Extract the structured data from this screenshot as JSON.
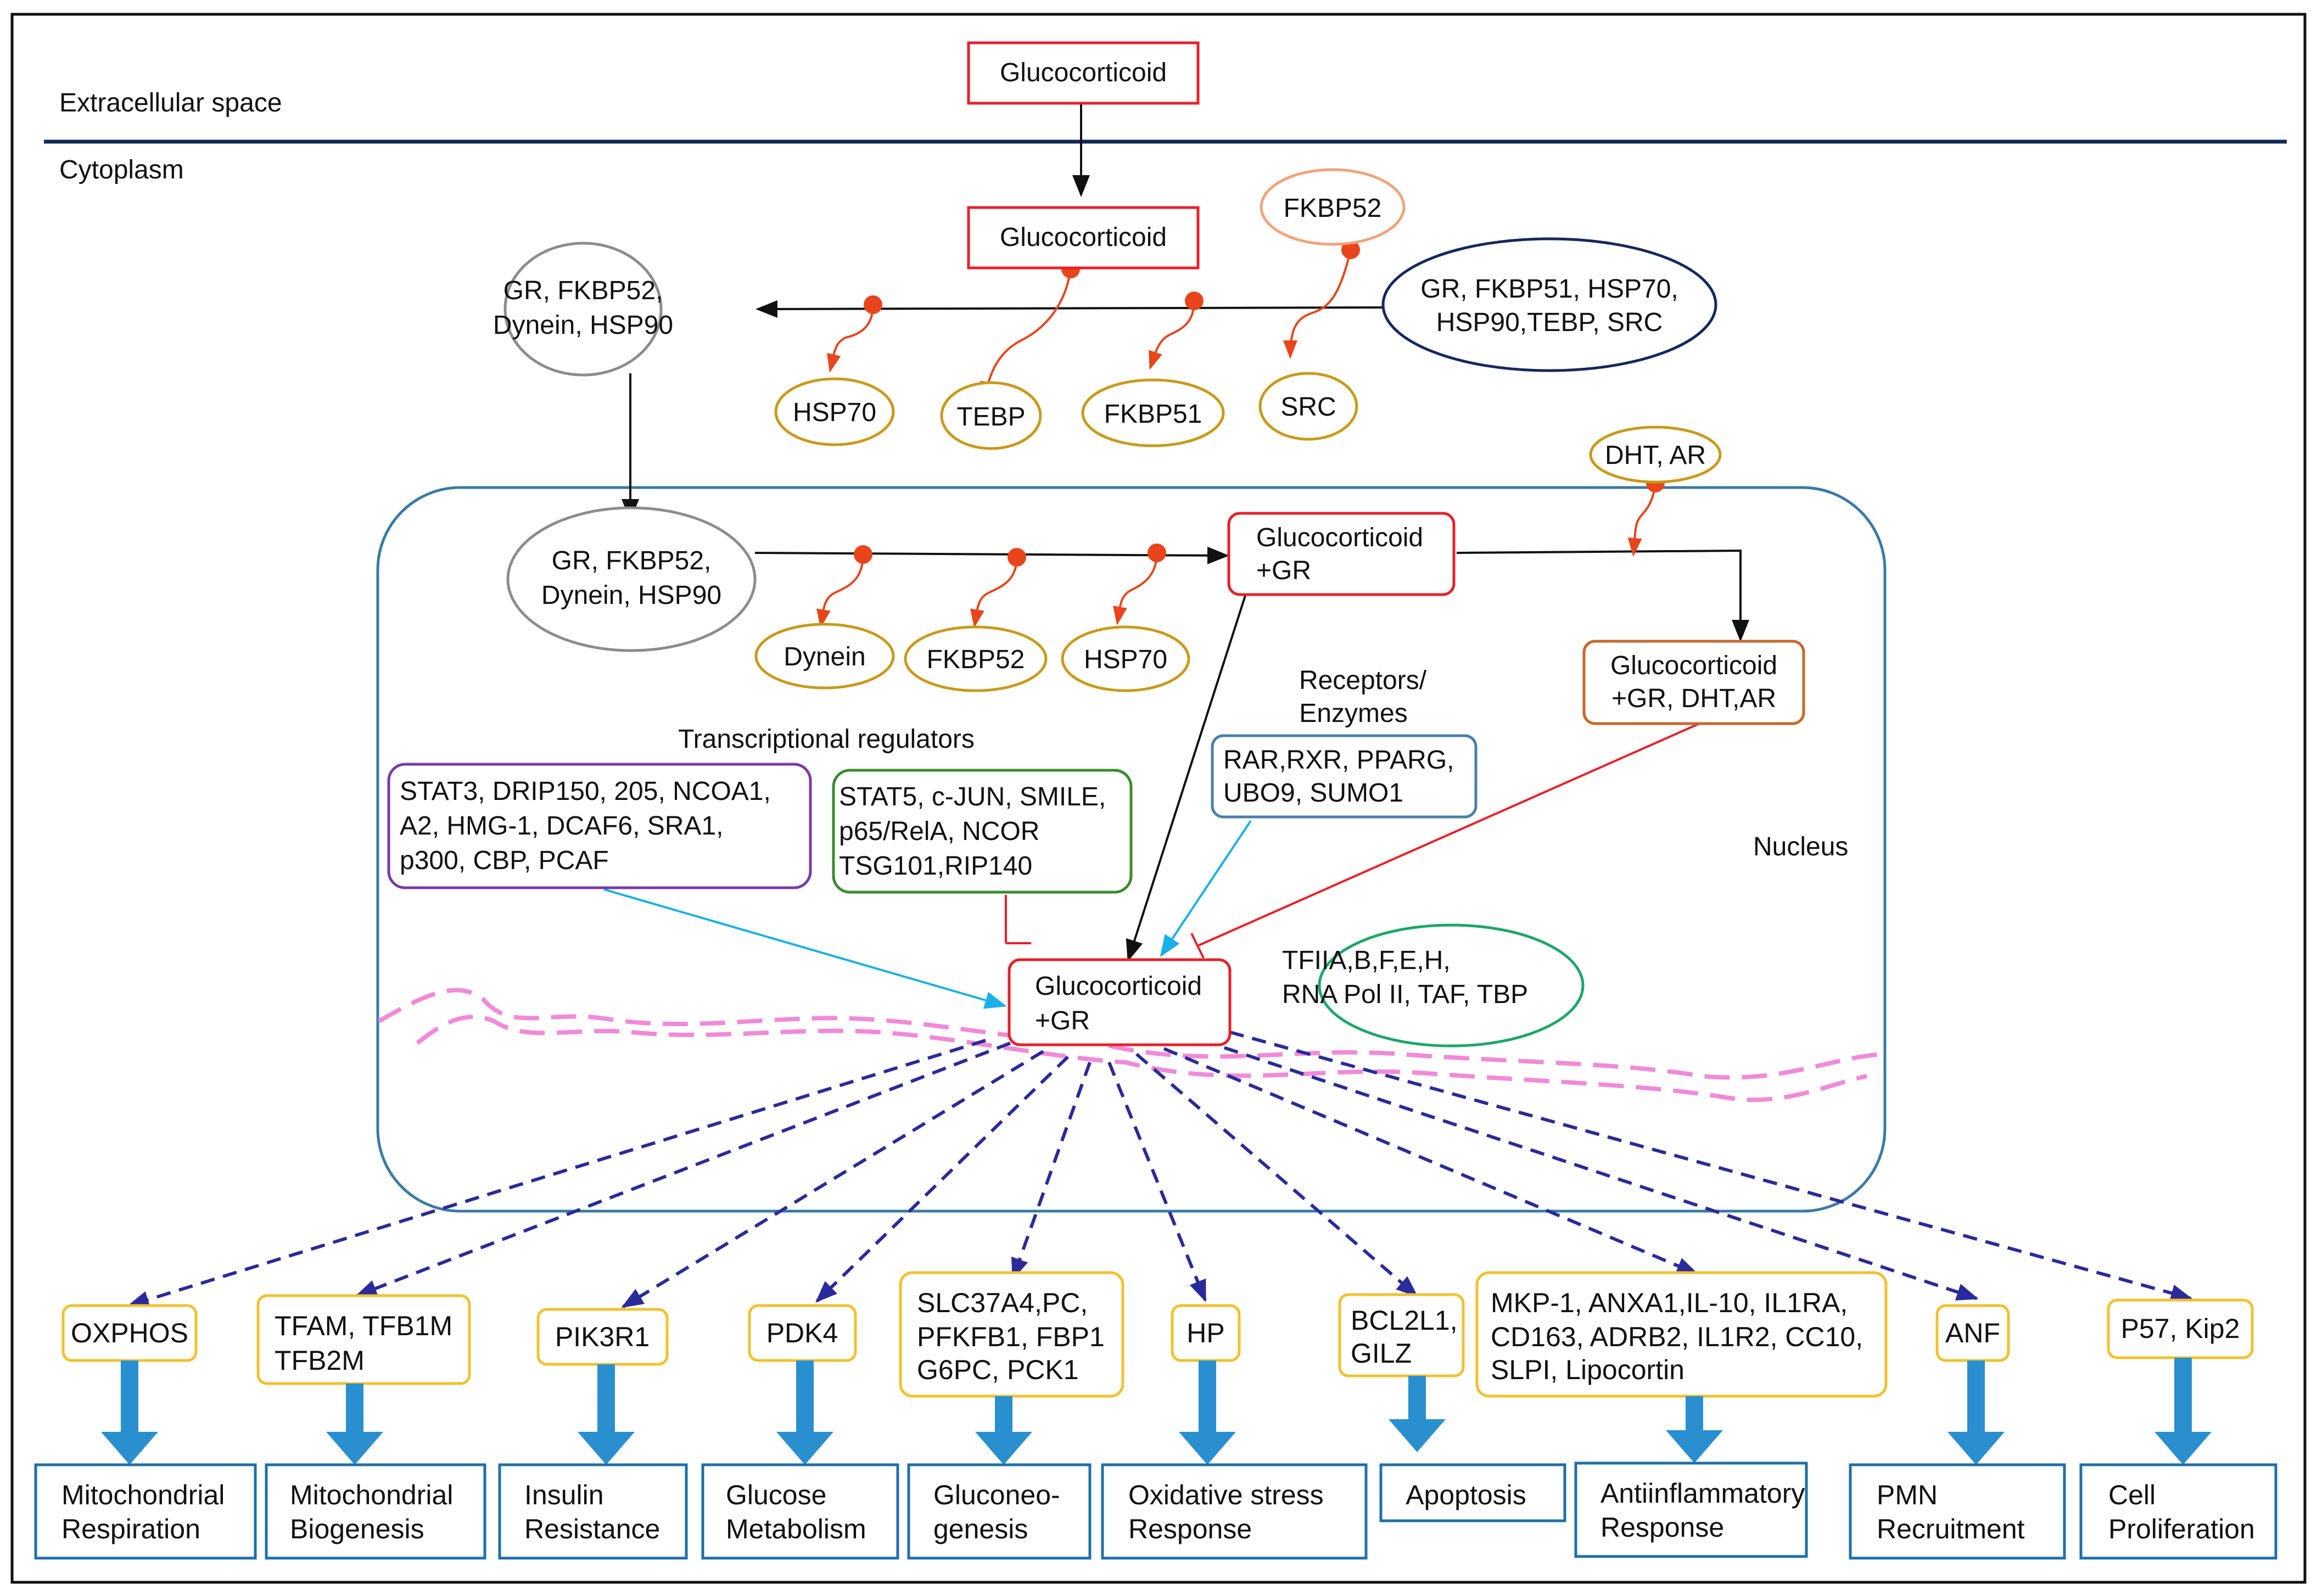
{
  "regions": {
    "extracellular": "Extracellular space",
    "cytoplasm": "Cytoplasm",
    "nucleus": "Nucleus"
  },
  "cytoplasm": {
    "glucocorticoid_top": "Glucocorticoid",
    "glucocorticoid_inner": "Glucocorticoid",
    "fkbp52": "FKBP52",
    "complex_left": [
      "GR, FKBP52,",
      "Dynein, HSP90"
    ],
    "complex_right": [
      "GR, FKBP51, HSP70,",
      "HSP90,TEBP, SRC"
    ],
    "released": [
      "HSP70",
      "TEBP",
      "FKBP51",
      "SRC"
    ]
  },
  "nucleus": {
    "dht_ar": "DHT, AR",
    "complex": [
      "GR, FKBP52,",
      "Dynein, HSP90"
    ],
    "released": [
      "Dynein",
      "FKBP52",
      "HSP70"
    ],
    "gc_gr_top": [
      "Glucocorticoid",
      "+GR"
    ],
    "gc_gr_dht": [
      "Glucocorticoid",
      "+GR, DHT,AR"
    ],
    "receptors_title": [
      "Receptors/",
      "Enzymes"
    ],
    "receptors_box": [
      "RAR,RXR, PPARG,",
      "UBO9, SUMO1"
    ],
    "transcriptional_title": "Transcriptional regulators",
    "coactivators": [
      "STAT3, DRIP150, 205, NCOA1,",
      "A2, HMG-1, DCAF6, SRA1,",
      "p300, CBP, PCAF"
    ],
    "corepressors": [
      "STAT5, c-JUN, SMILE,",
      "p65/RelA, NCOR",
      "TSG101,RIP140"
    ],
    "gc_gr_dna": [
      "Glucocorticoid",
      "+GR"
    ],
    "basal_machinery": [
      "TFIIA,B,F,E,H,",
      "RNA Pol II, TAF, TBP"
    ]
  },
  "targets": [
    {
      "genes": [
        "OXPHOS"
      ],
      "outcome": [
        "Mitochondrial",
        "Respiration"
      ]
    },
    {
      "genes": [
        "TFAM, TFB1M",
        "TFB2M"
      ],
      "outcome": [
        "Mitochondrial",
        "Biogenesis"
      ]
    },
    {
      "genes": [
        "PIK3R1"
      ],
      "outcome": [
        "Insulin",
        "Resistance"
      ]
    },
    {
      "genes": [
        "PDK4"
      ],
      "outcome": [
        "Glucose",
        "Metabolism"
      ]
    },
    {
      "genes": [
        "SLC37A4,PC,",
        "PFKFB1, FBP1",
        "G6PC, PCK1"
      ],
      "outcome": [
        "Gluconeo-",
        "genesis"
      ]
    },
    {
      "genes": [
        "HP"
      ],
      "outcome": [
        "Oxidative stress",
        "Response"
      ]
    },
    {
      "genes": [
        "BCL2L1,",
        "GILZ"
      ],
      "outcome": [
        "Apoptosis"
      ]
    },
    {
      "genes": [
        "MKP-1, ANXA1,IL-10, IL1RA,",
        "CD163, ADRB2, IL1R2, CC10,",
        "SLPI, Lipocortin"
      ],
      "outcome": [
        "Antiinflammatory",
        "Response"
      ]
    },
    {
      "genes": [
        "ANF"
      ],
      "outcome": [
        "PMN",
        "Recruitment"
      ]
    },
    {
      "genes": [
        "P57, Kip2"
      ],
      "outcome": [
        "Cell",
        "Proliferation"
      ]
    }
  ],
  "colors": {
    "glucocorticoid_red": "#e8202a",
    "protein_gold": "#c99a1a",
    "gray_complex": "#8c8c8c",
    "navy_complex": "#14285e",
    "fkbp52_peach": "#f2a27a",
    "nucleus_border": "#3a7aa5",
    "release_orange": "#e8451c",
    "coactivator_purple": "#7b3aa6",
    "corepressor_green": "#3c8a2e",
    "receptor_blue": "#4a7fa8",
    "dht_box_orange": "#c8672a",
    "basal_green": "#1aa866",
    "gene_yellow": "#f2c12e",
    "outcome_blue": "#1f6fa8",
    "block_arrow_blue": "#2a8fcf",
    "dashed_navy": "#2a2a9a",
    "activation_cyan": "#1ab0e8",
    "dna_pink": "#f08ad8",
    "membrane_navy": "#0f2a5a"
  }
}
